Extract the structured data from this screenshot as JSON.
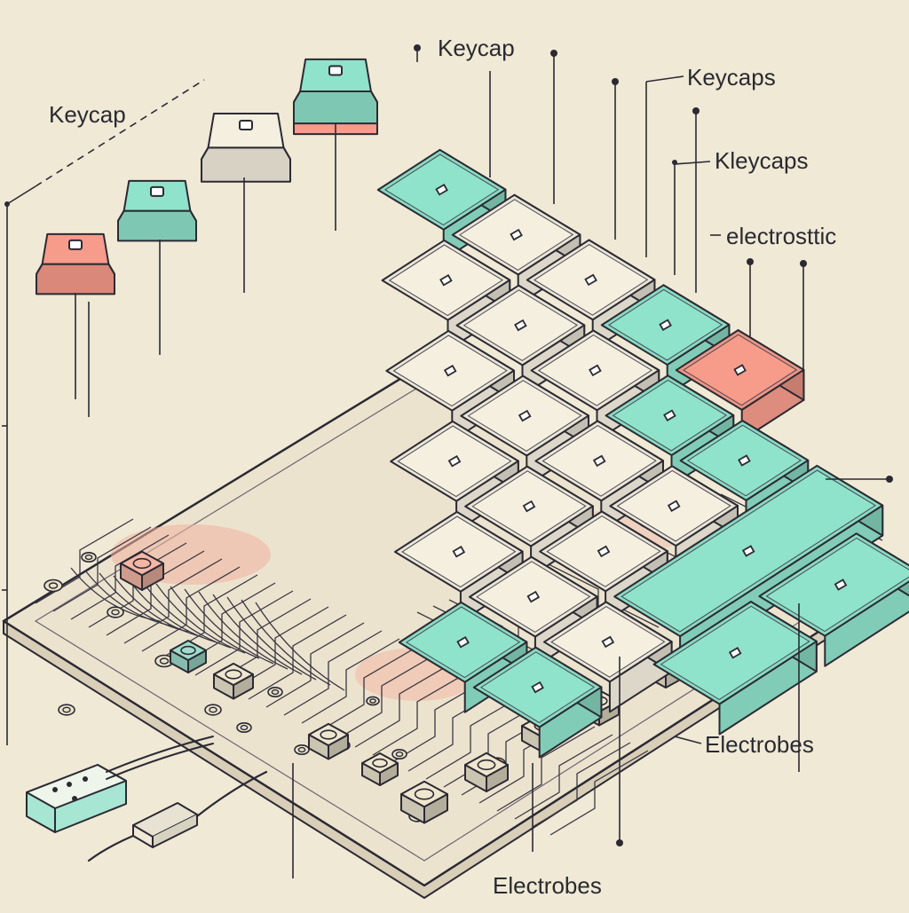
{
  "labels": {
    "keycap_left": "Keycap",
    "keycap_top": "Keycap",
    "keycaps_right": "Keycaps",
    "kleycaps_right": "Kleycaps",
    "electrostatic_right": "electrosttic",
    "electrobes_right": "Electrobes",
    "electrobes_bottom": "Electrobes"
  },
  "colors": {
    "background": "#efe9d6",
    "cream_key": "#f4efdf",
    "mint_key": "#8fe3cb",
    "coral_key": "#f79b8b",
    "board": "#ece3cf",
    "ink": "#2b2a33"
  }
}
